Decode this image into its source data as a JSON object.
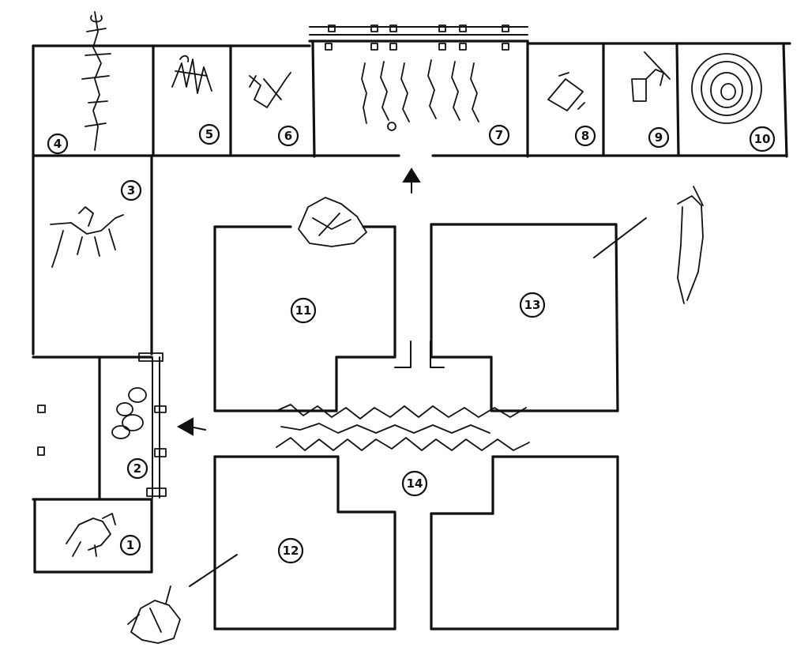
{
  "rooms": [
    {
      "id": "room-1",
      "label": "1"
    },
    {
      "id": "room-2",
      "label": "2"
    },
    {
      "id": "room-3",
      "label": "3"
    },
    {
      "id": "room-4",
      "label": "4"
    },
    {
      "id": "room-5",
      "label": "5"
    },
    {
      "id": "room-6",
      "label": "6"
    },
    {
      "id": "room-7",
      "label": "7"
    },
    {
      "id": "room-8",
      "label": "8"
    },
    {
      "id": "room-9",
      "label": "9"
    },
    {
      "id": "room-10",
      "label": "10"
    },
    {
      "id": "room-11",
      "label": "11"
    },
    {
      "id": "room-12",
      "label": "12"
    },
    {
      "id": "room-13",
      "label": "13"
    },
    {
      "id": "room-14",
      "label": "14"
    }
  ],
  "arrows": [
    {
      "id": "arrow-up",
      "direction": "up"
    },
    {
      "id": "arrow-left",
      "direction": "left"
    }
  ],
  "style": {
    "ink": "#111111",
    "paper": "#ffffff"
  }
}
